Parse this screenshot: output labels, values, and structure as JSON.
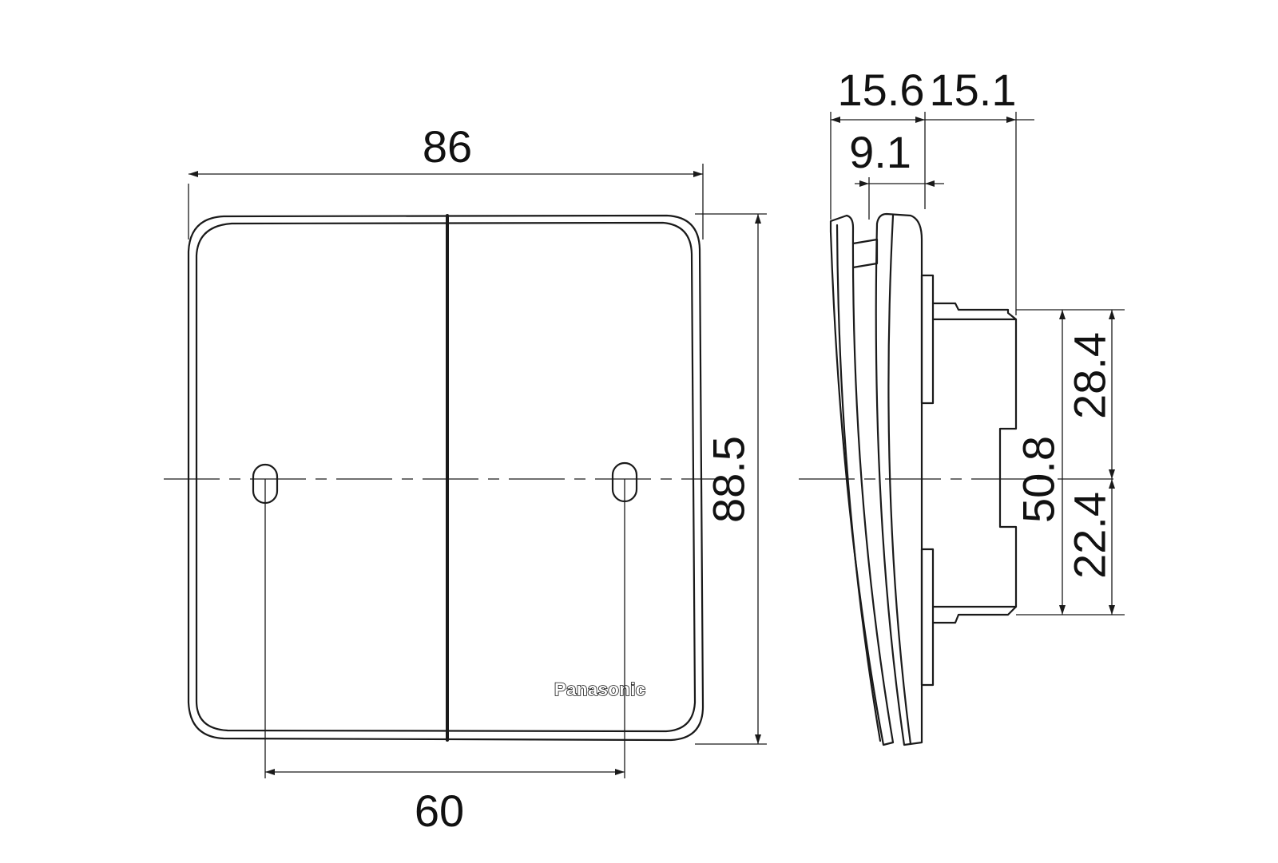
{
  "dimensions": {
    "overall_width": "86",
    "overall_height": "88.5",
    "hole_spacing": "60",
    "depth_front": "15.6",
    "depth_back": "15.1",
    "plate_depth": "9.1",
    "body_height": "50.8",
    "upper_offset": "28.4",
    "lower_offset": "22.4"
  },
  "logo": "Panasonic",
  "colors": {
    "line": "#1a1a1a",
    "background": "#ffffff"
  }
}
